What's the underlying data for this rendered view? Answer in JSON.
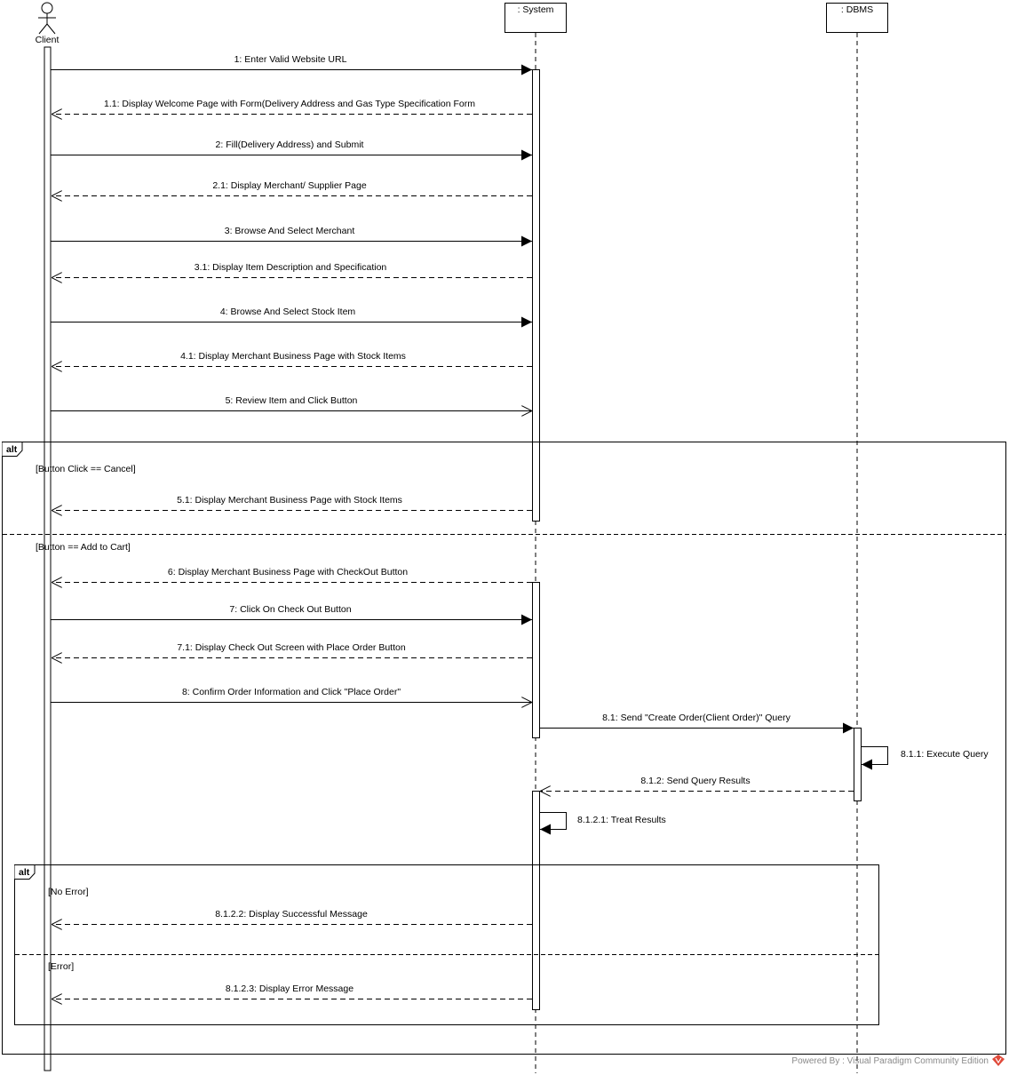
{
  "lifelines": {
    "client": "Client",
    "system": ": System",
    "dbms": ": DBMS"
  },
  "messages": [
    {
      "id": "m1",
      "label": "1: Enter Valid Website URL",
      "kind": "sync"
    },
    {
      "id": "m1_1",
      "label": "1.1: Display Welcome Page with Form(Delivery Address and Gas Type Specification Form",
      "kind": "reply"
    },
    {
      "id": "m2",
      "label": "2: Fill(Delivery Address) and Submit",
      "kind": "sync"
    },
    {
      "id": "m2_1",
      "label": "2.1: Display  Merchant/ Supplier Page",
      "kind": "reply"
    },
    {
      "id": "m3",
      "label": "3: Browse And Select Merchant",
      "kind": "sync"
    },
    {
      "id": "m3_1",
      "label": "3.1: Display Item Description and Specification",
      "kind": "reply"
    },
    {
      "id": "m4",
      "label": "4: Browse And Select Stock Item",
      "kind": "sync"
    },
    {
      "id": "m4_1",
      "label": "4.1: Display Merchant Business Page with Stock Items",
      "kind": "reply"
    },
    {
      "id": "m5",
      "label": "5: Review Item and Click Button",
      "kind": "async"
    },
    {
      "id": "m5_1",
      "label": "5.1: Display Merchant Business Page with Stock Items",
      "kind": "reply"
    },
    {
      "id": "m6",
      "label": "6: Display Merchant Business Page with CheckOut Button",
      "kind": "reply"
    },
    {
      "id": "m7",
      "label": "7: Click On Check Out Button",
      "kind": "sync"
    },
    {
      "id": "m7_1",
      "label": "7.1: Display Check Out Screen with Place Order Button",
      "kind": "reply"
    },
    {
      "id": "m8",
      "label": "8: Confirm Order Information and Click \"Place Order\"",
      "kind": "async"
    },
    {
      "id": "m8_1",
      "label": "8.1: Send \"Create Order(Client Order)\" Query",
      "kind": "sync"
    },
    {
      "id": "m8_1_1",
      "label": "8.1.1: Execute Query",
      "kind": "self"
    },
    {
      "id": "m8_1_2",
      "label": "8.1.2: Send Query Results",
      "kind": "reply"
    },
    {
      "id": "m8_1_2_1",
      "label": "8.1.2.1: Treat Results",
      "kind": "self"
    },
    {
      "id": "m8_1_2_2",
      "label": "8.1.2.2: Display Successful Message",
      "kind": "reply"
    },
    {
      "id": "m8_1_2_3",
      "label": "8.1.2.3: Display Error Message",
      "kind": "reply"
    }
  ],
  "fragments": {
    "outer": {
      "operator": "alt",
      "guard1": "[Button Click == Cancel]",
      "guard2": "[Button == Add to Cart]"
    },
    "inner": {
      "operator": "alt",
      "guard1": "[No Error]",
      "guard2": "[Error]"
    }
  },
  "watermark": "Powered By : Visual Paradigm Community Edition"
}
